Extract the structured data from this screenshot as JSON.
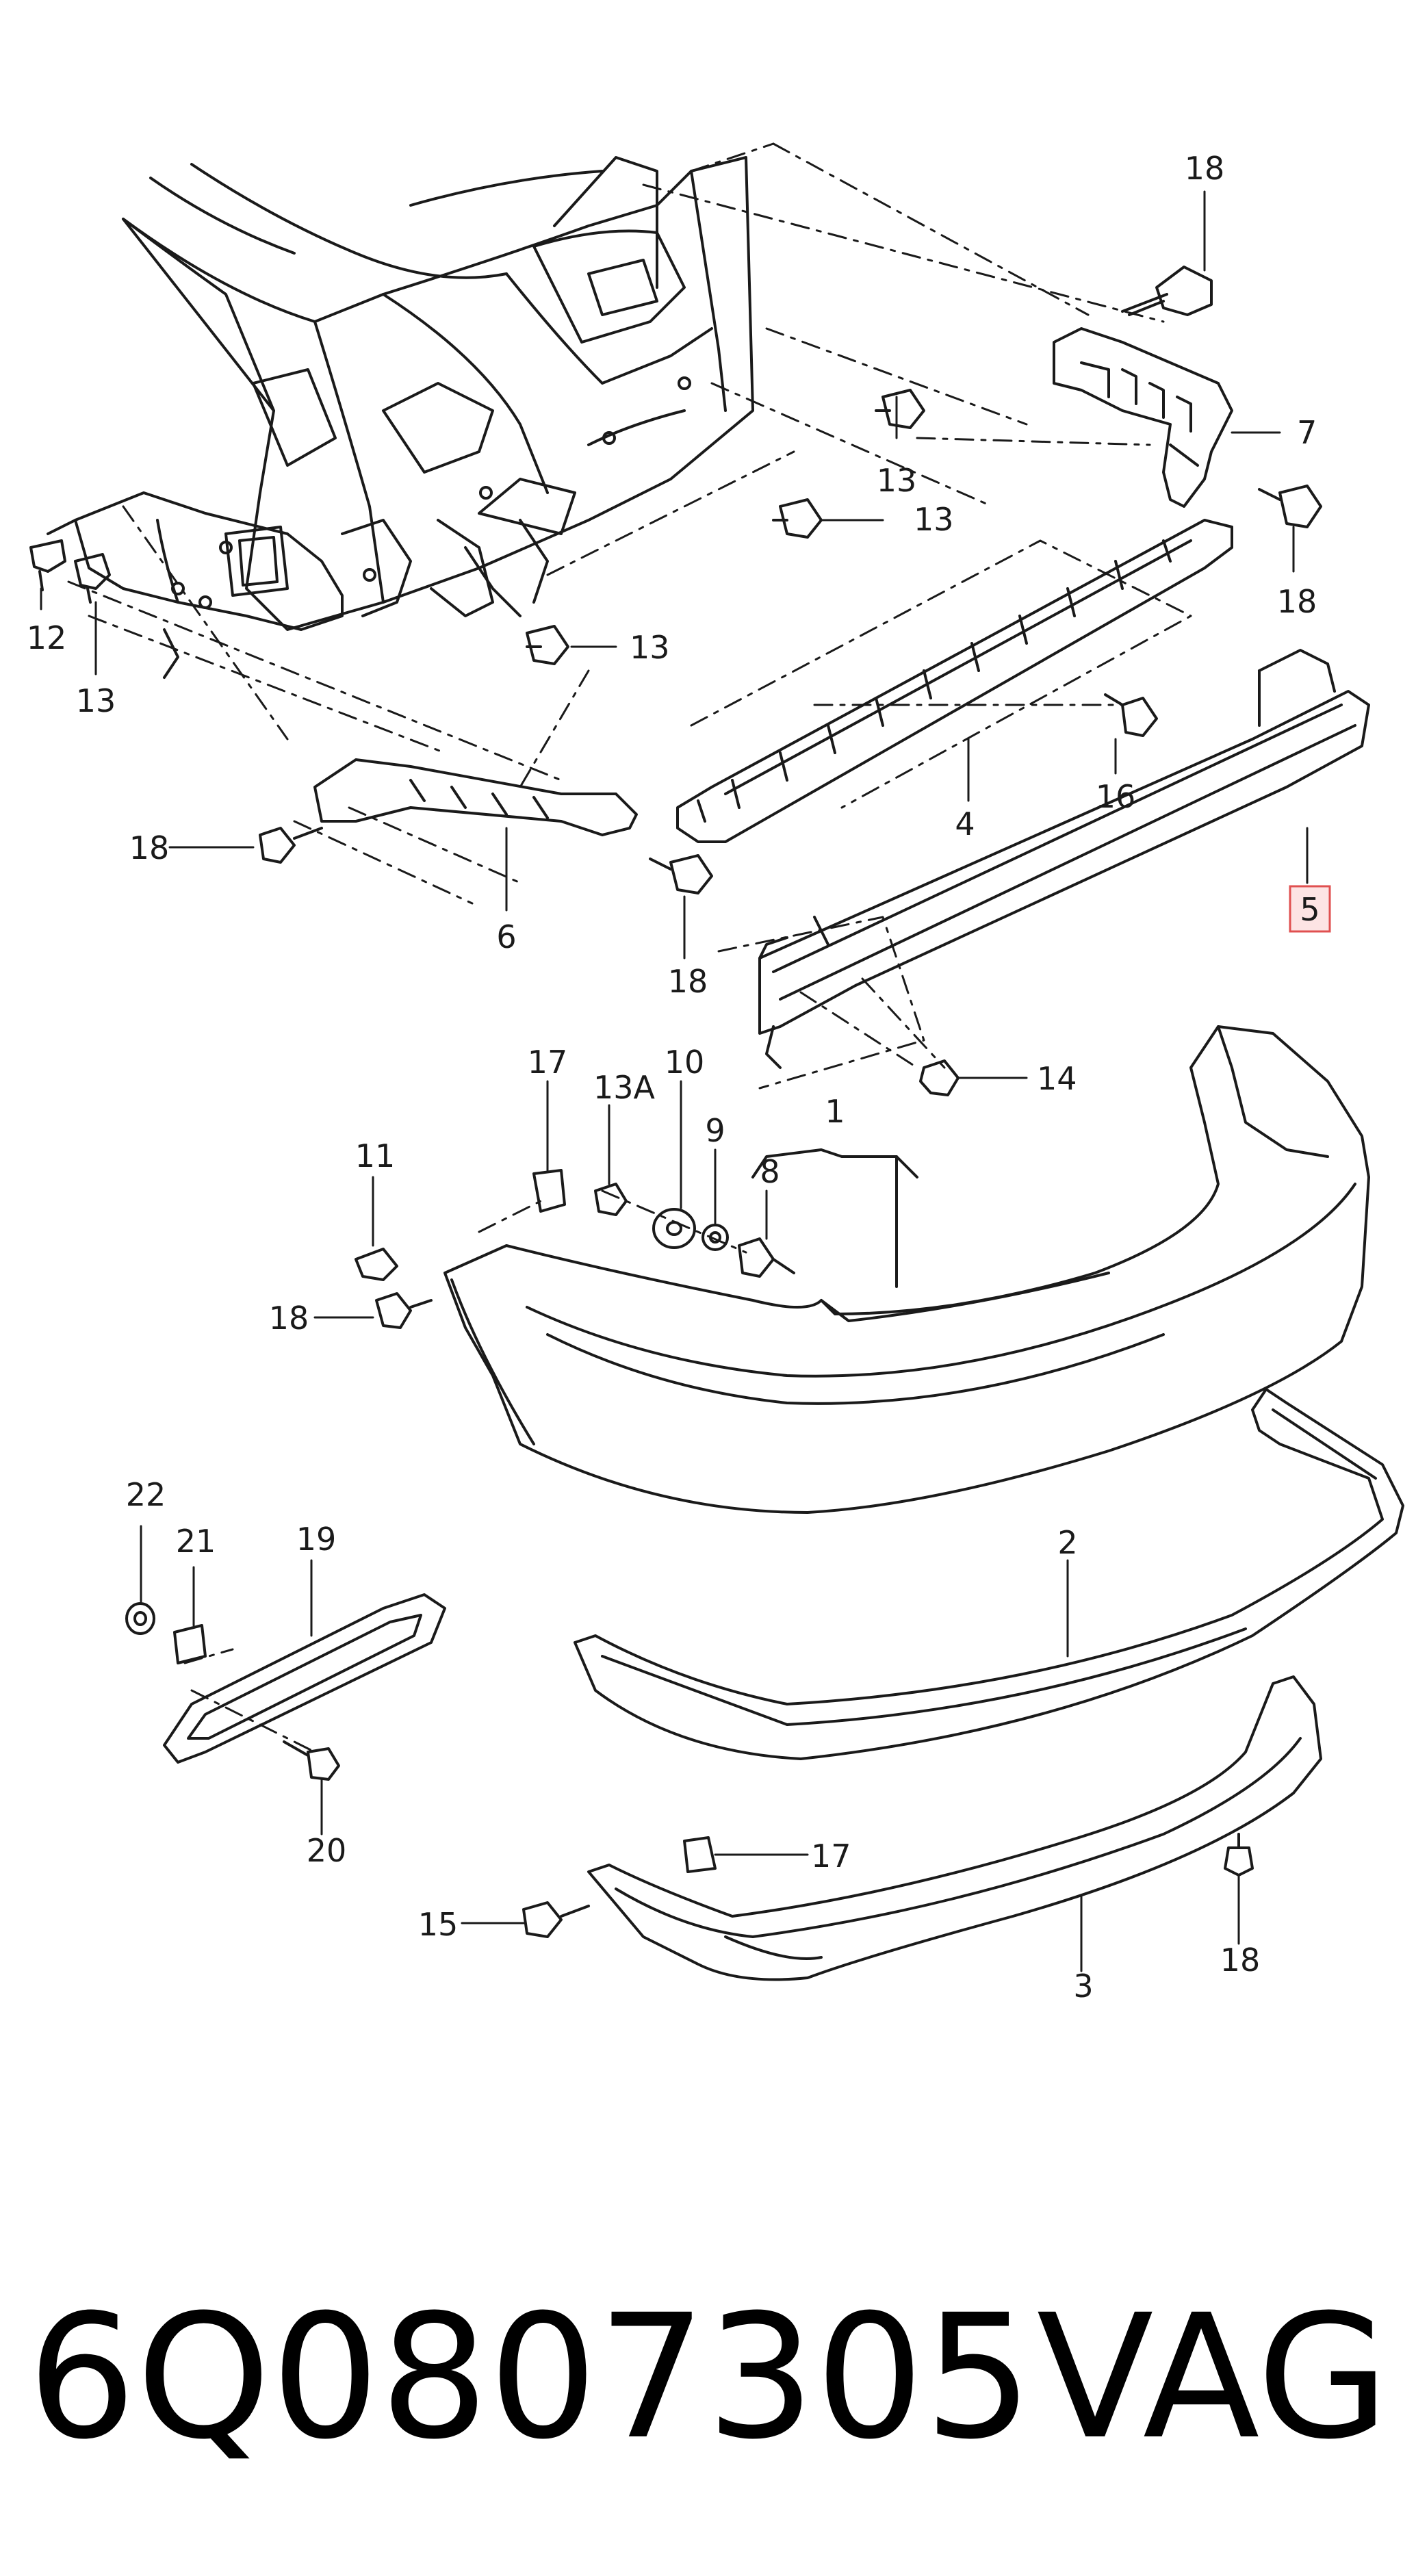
{
  "diagram": {
    "callouts": [
      {
        "id": "c18-top",
        "text": "18"
      },
      {
        "id": "c7",
        "text": "7"
      },
      {
        "id": "c13-a",
        "text": "13"
      },
      {
        "id": "c13-b",
        "text": "13"
      },
      {
        "id": "c18-r",
        "text": "18"
      },
      {
        "id": "c12",
        "text": "12"
      },
      {
        "id": "c13-c",
        "text": "13"
      },
      {
        "id": "c13-d",
        "text": "13"
      },
      {
        "id": "c16",
        "text": "16"
      },
      {
        "id": "c4",
        "text": "4"
      },
      {
        "id": "c18-l",
        "text": "18"
      },
      {
        "id": "c6",
        "text": "6"
      },
      {
        "id": "c5",
        "text": "5"
      },
      {
        "id": "c18-m",
        "text": "18"
      },
      {
        "id": "c17-a",
        "text": "17"
      },
      {
        "id": "c13A",
        "text": "13A"
      },
      {
        "id": "c10",
        "text": "10"
      },
      {
        "id": "c14",
        "text": "14"
      },
      {
        "id": "c1",
        "text": "1"
      },
      {
        "id": "c9",
        "text": "9"
      },
      {
        "id": "c11",
        "text": "11"
      },
      {
        "id": "c8",
        "text": "8"
      },
      {
        "id": "c18-b",
        "text": "18"
      },
      {
        "id": "c22",
        "text": "22"
      },
      {
        "id": "c21",
        "text": "21"
      },
      {
        "id": "c19",
        "text": "19"
      },
      {
        "id": "c2",
        "text": "2"
      },
      {
        "id": "c20",
        "text": "20"
      },
      {
        "id": "c17-b",
        "text": "17"
      },
      {
        "id": "c15",
        "text": "15"
      },
      {
        "id": "c3",
        "text": "3"
      },
      {
        "id": "c18-br",
        "text": "18"
      }
    ]
  },
  "caption": {
    "part_number": "6Q0807305",
    "brand": "VAG"
  },
  "colors": {
    "line": "#1a1a1a",
    "highlight_border": "#e05050",
    "highlight_fill": "#fde4e4"
  }
}
